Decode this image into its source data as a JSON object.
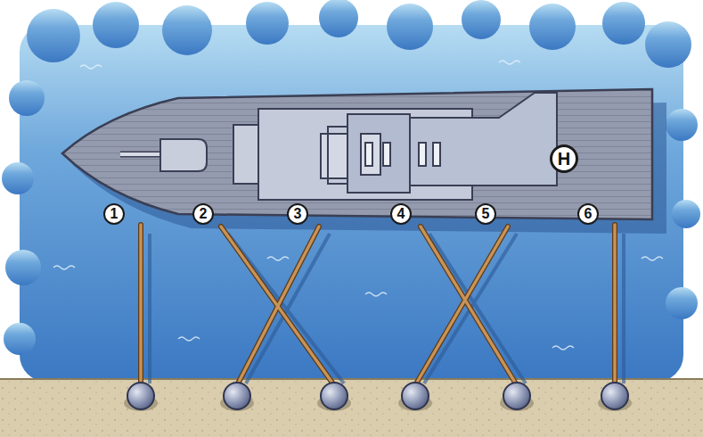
{
  "diagram": {
    "labels": [
      "1",
      "2",
      "3",
      "4",
      "5",
      "6",
      "H"
    ]
  }
}
